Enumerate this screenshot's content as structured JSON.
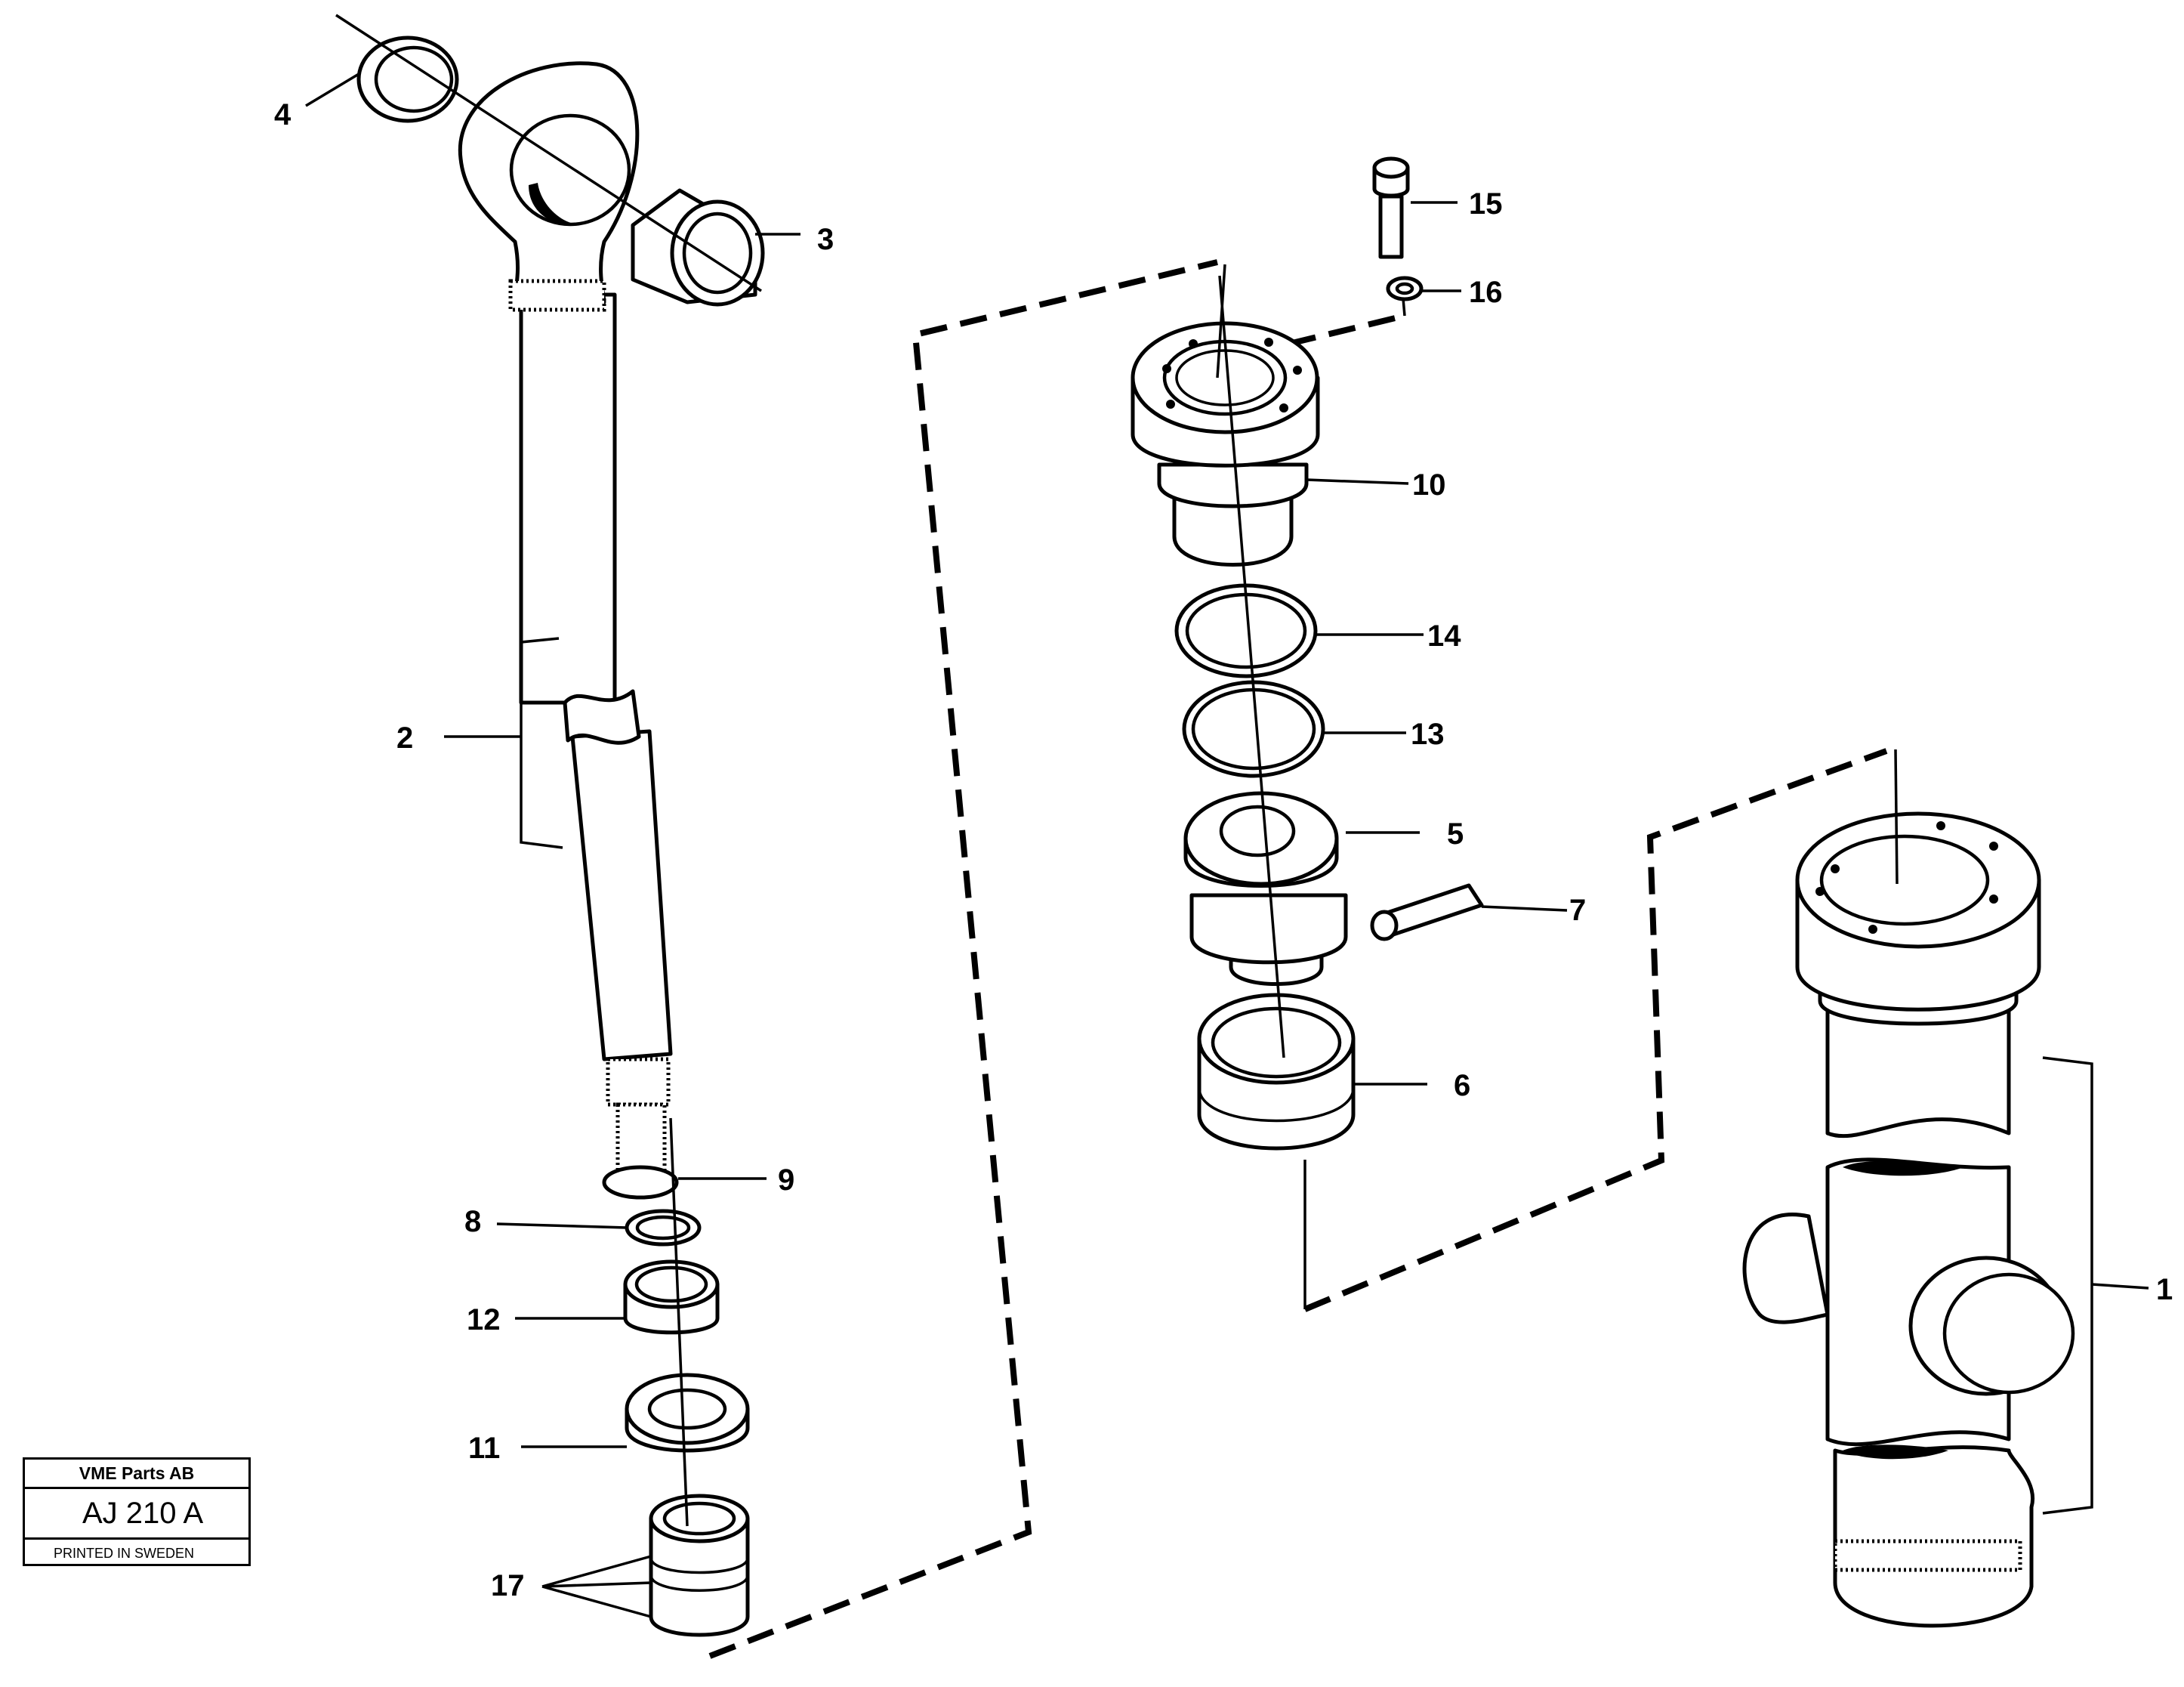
{
  "callouts": {
    "c1": "1",
    "c2": "2",
    "c3": "3",
    "c4": "4",
    "c5": "5",
    "c6": "6",
    "c7": "7",
    "c8": "8",
    "c9": "9",
    "c10": "10",
    "c11": "11",
    "c12": "12",
    "c13": "13",
    "c14": "14",
    "c15": "15",
    "c16": "16",
    "c17": "17"
  },
  "title_block": {
    "company": "VME Parts AB",
    "code": "AJ 210 A",
    "printed": "PRINTED IN SWEDEN"
  }
}
